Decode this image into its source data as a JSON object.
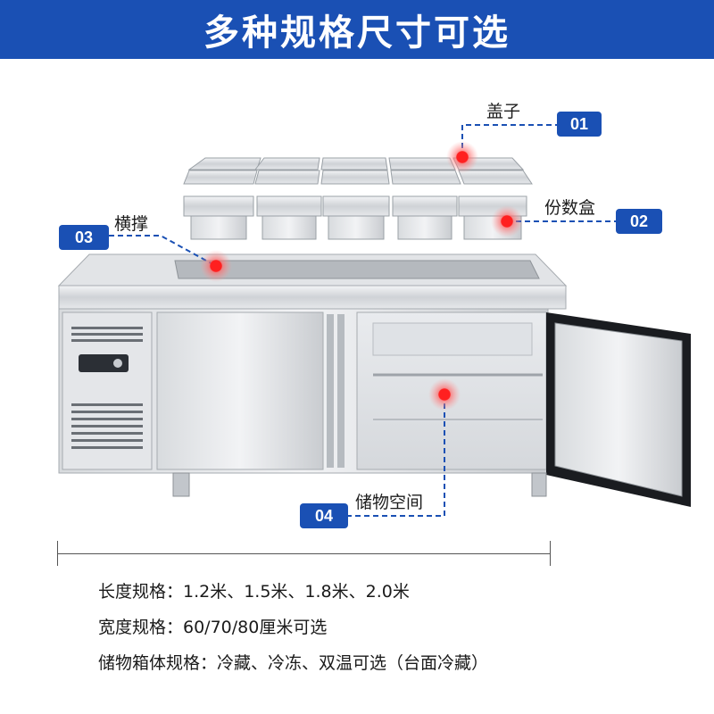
{
  "header": {
    "title": "多种规格尺寸可选",
    "bg_color": "#1a50b4"
  },
  "callouts": [
    {
      "number": "01",
      "label": "盖子"
    },
    {
      "number": "02",
      "label": "份数盒"
    },
    {
      "number": "03",
      "label": "横撑"
    },
    {
      "number": "04",
      "label": "储物空间"
    }
  ],
  "specs": [
    "长度规格：1.2米、1.5米、1.8米、2.0米",
    "宽度规格：60/70/80厘米可选",
    "储物箱体规格：冷藏、冷冻、双温可选（台面冷藏）"
  ]
}
